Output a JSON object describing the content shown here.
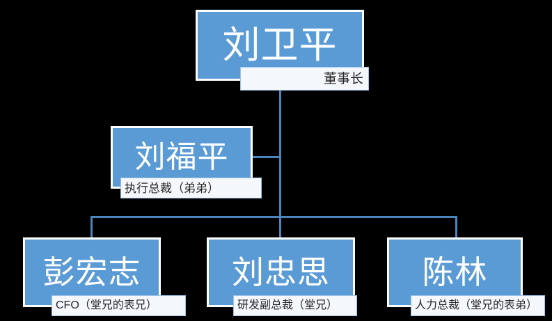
{
  "chart": {
    "type": "org-chart",
    "background_color": "#000000",
    "node_fill_color": "#5B9BD5",
    "node_border_color": "#FFFFFF",
    "connector_color": "#4A86BD",
    "subtitle_fill_color": "#F4F7FB",
    "subtitle_text_color": "#262626",
    "nodes": [
      {
        "id": "ceo",
        "name": "刘卫平",
        "subtitle": "董事长",
        "level": 1
      },
      {
        "id": "exec",
        "name": "刘福平",
        "subtitle": "执行总裁（弟弟）",
        "level": 2
      },
      {
        "id": "cfo",
        "name": "彭宏志",
        "subtitle": "CFO（堂兄的表兄）",
        "level": 3
      },
      {
        "id": "rd",
        "name": "刘忠思",
        "subtitle": "研发副总裁（堂兄）",
        "level": 3
      },
      {
        "id": "hr",
        "name": "陈林",
        "subtitle": "人力总裁（堂兄的表弟）",
        "level": 3
      }
    ]
  }
}
